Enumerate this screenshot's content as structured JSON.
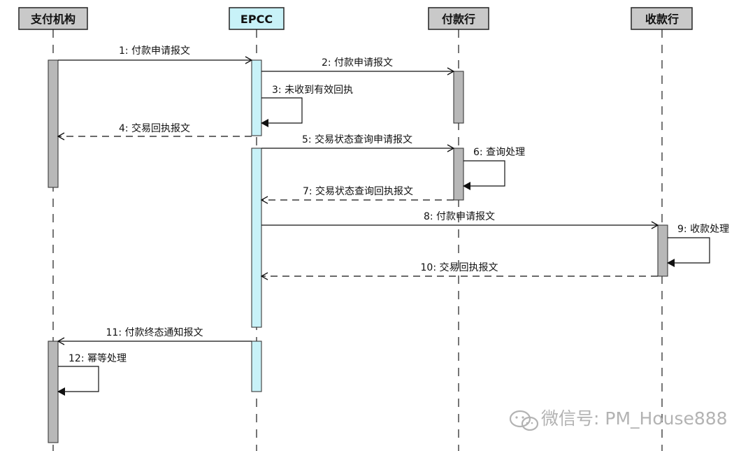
{
  "participants": [
    {
      "id": "payer_org",
      "label": "支付机构",
      "fill": "#c9c9c9"
    },
    {
      "id": "epcc",
      "label": "EPCC",
      "fill": "#c8f2f8"
    },
    {
      "id": "paying_bank",
      "label": "付款行",
      "fill": "#c9c9c9"
    },
    {
      "id": "receiving_bank",
      "label": "收款行",
      "fill": "#c9c9c9"
    }
  ],
  "messages": [
    {
      "id": "m1",
      "text": "1: 付款申请报文",
      "from": "payer_org",
      "to": "epcc",
      "style": "solid"
    },
    {
      "id": "m2",
      "text": "2: 付款申请报文",
      "from": "epcc",
      "to": "paying_bank",
      "style": "solid"
    },
    {
      "id": "m3",
      "text": "3: 未收到有效回执",
      "from": "epcc",
      "to": "epcc",
      "style": "self"
    },
    {
      "id": "m4",
      "text": "4: 交易回执报文",
      "from": "epcc",
      "to": "payer_org",
      "style": "dashed"
    },
    {
      "id": "m5",
      "text": "5: 交易状态查询申请报文",
      "from": "epcc",
      "to": "paying_bank",
      "style": "solid"
    },
    {
      "id": "m6",
      "text": "6: 查询处理",
      "from": "paying_bank",
      "to": "paying_bank",
      "style": "self"
    },
    {
      "id": "m7",
      "text": "7: 交易状态查询回执报文",
      "from": "paying_bank",
      "to": "epcc",
      "style": "dashed"
    },
    {
      "id": "m8",
      "text": "8: 付款申请报文",
      "from": "epcc",
      "to": "receiving_bank",
      "style": "solid"
    },
    {
      "id": "m9",
      "text": "9: 收款处理",
      "from": "receiving_bank",
      "to": "receiving_bank",
      "style": "self"
    },
    {
      "id": "m10",
      "text": "10: 交易回执报文",
      "from": "receiving_bank",
      "to": "epcc",
      "style": "dashed"
    },
    {
      "id": "m11",
      "text": "11: 付款终态通知报文",
      "from": "epcc",
      "to": "payer_org",
      "style": "solid"
    },
    {
      "id": "m12",
      "text": "12: 幂等处理",
      "from": "payer_org",
      "to": "payer_org",
      "style": "self"
    }
  ],
  "watermark": {
    "text": "微信号: PM_House888",
    "icon": "wechat-icon"
  },
  "colors": {
    "participant_gray": "#c9c9c9",
    "epcc_blue": "#c8f2f8",
    "activation_gray": "#b8b8b8",
    "activation_blue": "#c8f2f8",
    "line": "#111111",
    "watermark": "#b3b3b3"
  }
}
